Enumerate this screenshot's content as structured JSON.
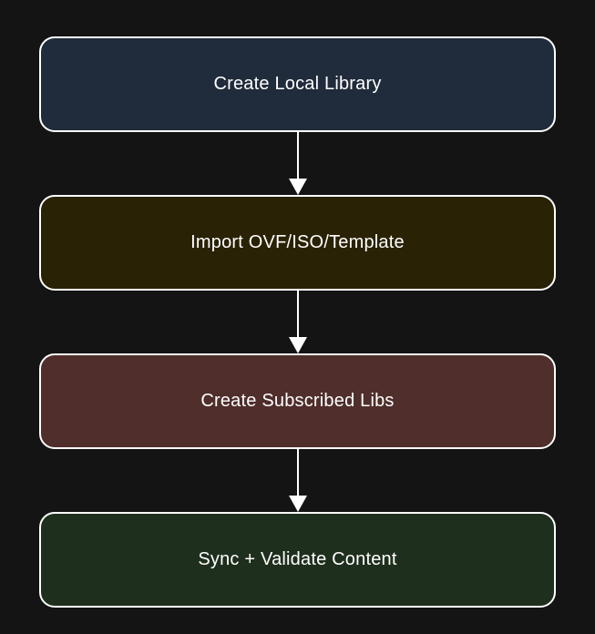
{
  "diagram": {
    "type": "flowchart",
    "direction": "top-down",
    "background_color": "#141414",
    "node_border_color": "#ffffff",
    "node_text_color": "#ffffff",
    "arrow_color": "#ffffff",
    "nodes": [
      {
        "label": "Create Local Library",
        "fill": "#202b3b"
      },
      {
        "label": "Import OVF/ISO/Template",
        "fill": "#2a2205"
      },
      {
        "label": "Create Subscribed Libs",
        "fill": "#4f2e2b"
      },
      {
        "label": "Sync + Validate Content",
        "fill": "#1f2f1d"
      }
    ],
    "edges": [
      {
        "from": "Create Local Library",
        "to": "Import OVF/ISO/Template"
      },
      {
        "from": "Import OVF/ISO/Template",
        "to": "Create Subscribed Libs"
      },
      {
        "from": "Create Subscribed Libs",
        "to": "Sync + Validate Content"
      }
    ]
  }
}
